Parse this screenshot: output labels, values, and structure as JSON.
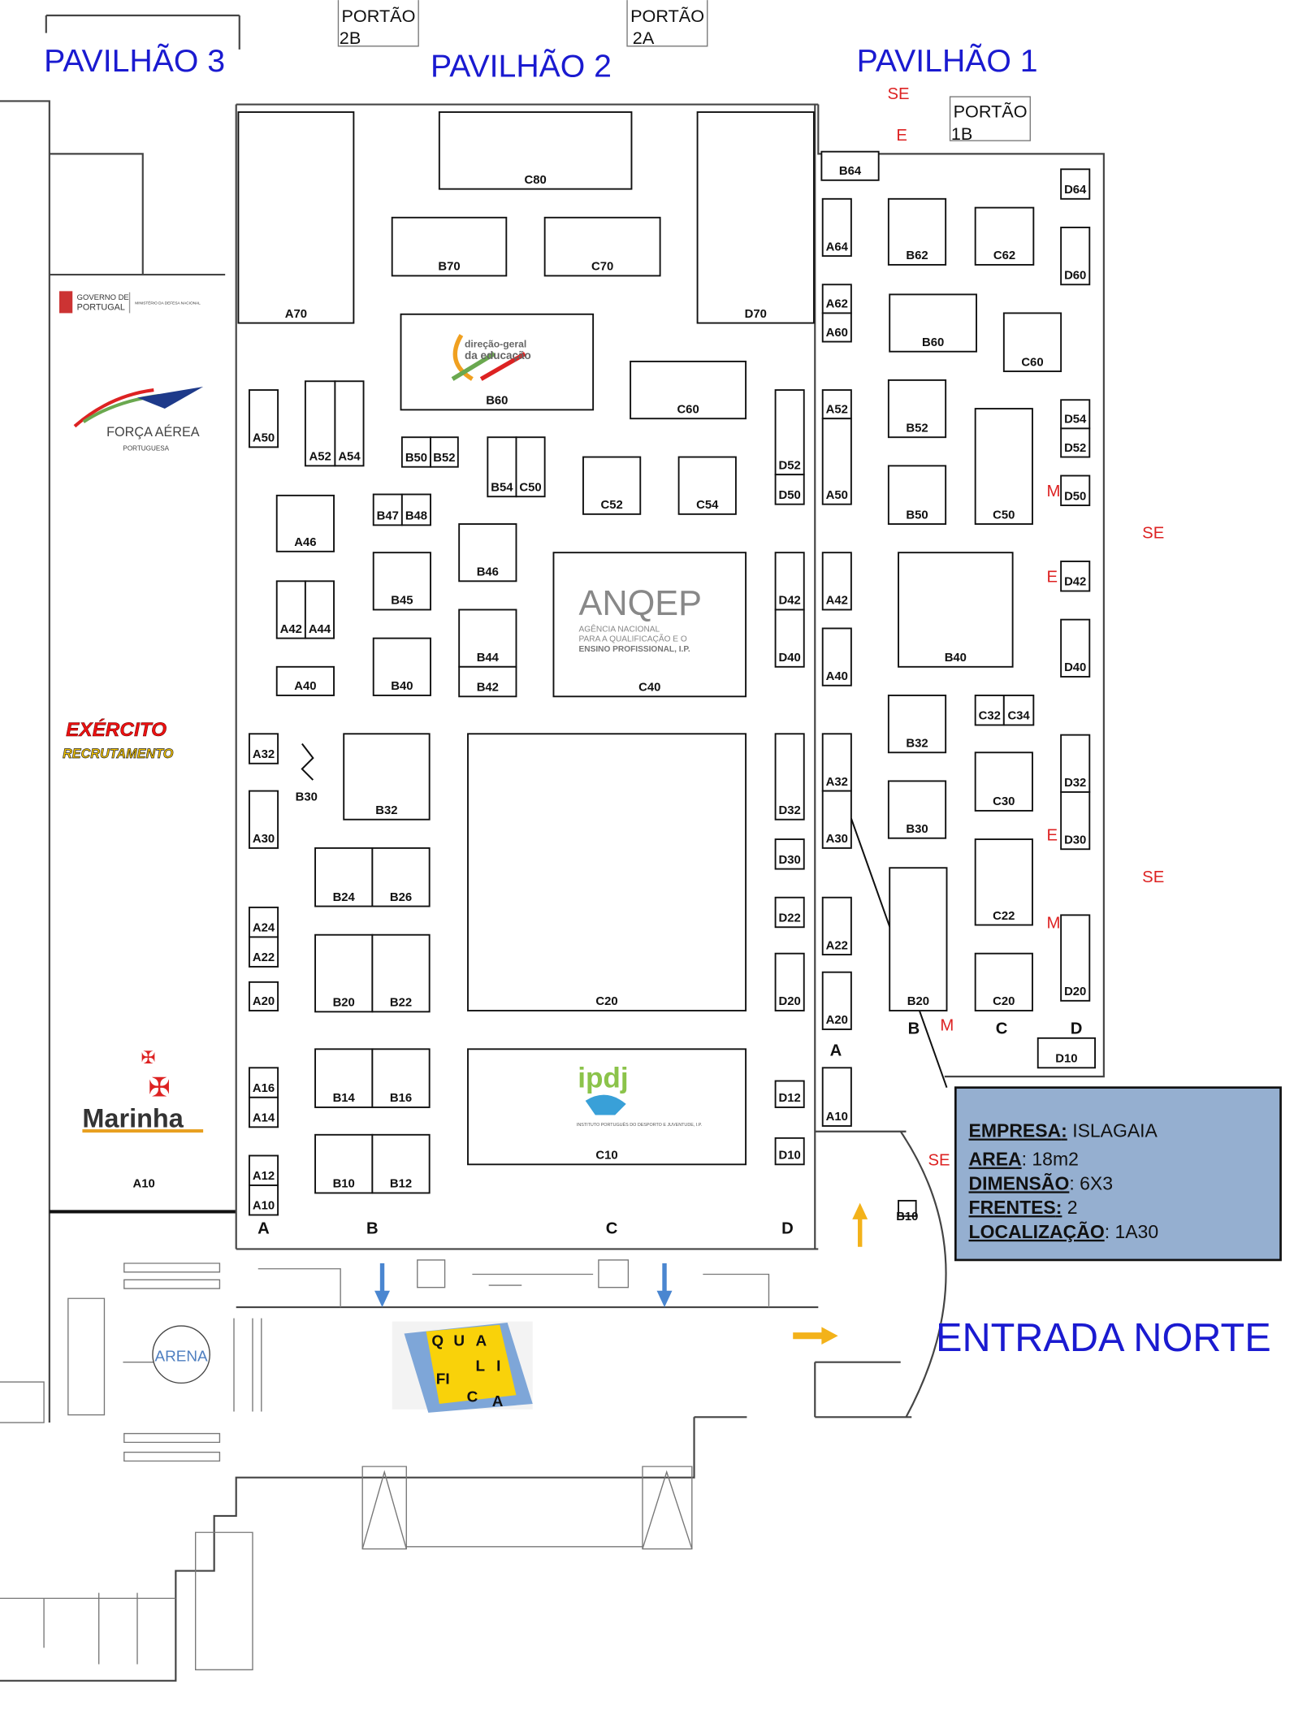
{
  "titles": {
    "pav3": "PAVILHÃO 3",
    "pav2": "PAVILHÃO 2",
    "pav1": "PAVILHÃO 1",
    "entrance": "ENTRADA NORTE"
  },
  "gates": {
    "g2b_1": "PORTÃO",
    "g2b_2": "2B",
    "g2a_1": "PORTÃO",
    "g2a_2": "2A",
    "g1b_1": "PORTÃO",
    "g1b_2": "1B"
  },
  "markers": {
    "se": "SE",
    "e": "E",
    "m": "M"
  },
  "rows": {
    "a": "A",
    "b": "B",
    "c": "C",
    "d": "D"
  },
  "logos": {
    "dge_1": "direção-geral",
    "dge_2": "da educação",
    "anqep": "ANQEP",
    "anqep_sub1": "AGÊNCIA NACIONAL",
    "anqep_sub2": "PARA A QUALIFICAÇÃO E O",
    "anqep_sub3": "ENSINO PROFISSIONAL, I.P.",
    "ipdj": "ipdj",
    "ipdj_sub": "INSTITUTO PORTUGUÊS DO DESPORTO E JUVENTUDE, I.P.",
    "gov_1": "GOVERNO DE",
    "gov_2": "PORTUGAL",
    "gov_3": "MINISTÉRIO DA DEFESA NACIONAL",
    "fap_1": "FORÇA AÉREA",
    "fap_2": "PORTUGUESA",
    "exercito_1": "EXÉRCITO",
    "exercito_2": "RECRUTAMENTO",
    "marinha": "Marinha",
    "qualifica": [
      "Q",
      "U",
      "A",
      "L",
      "I",
      "FI",
      "C",
      "A"
    ],
    "arena": "ARENA"
  },
  "highlight_color": "#f9b90c",
  "info_box": {
    "company_key": "EMPRESA",
    "company": "ISLAGAIA",
    "area_key": "AREA",
    "area": "18m2",
    "dim_key": "DIMENSÃO",
    "dim": "6X3",
    "fronts_key": "FRENTES",
    "fronts": "2",
    "loc_key": "LOCALIZAÇÃO",
    "loc": "1A30"
  },
  "booths": [
    "A70",
    "C80",
    "D70",
    "B70",
    "C70",
    "B60",
    "C60",
    "A50",
    "A52",
    "A54",
    "B50",
    "B52",
    "B54",
    "C50",
    "C52",
    "C54",
    "B47",
    "B48",
    "A46",
    "B46",
    "B45",
    "A42",
    "A44",
    "C40",
    "B44",
    "B42",
    "A40",
    "B40",
    "D52",
    "D50",
    "A52",
    "A50",
    "D42",
    "D40",
    "A42",
    "A40",
    "A32",
    "A30",
    "B32",
    "C20",
    "D32",
    "D30",
    "A32",
    "A30",
    "B24",
    "B26",
    "A24",
    "A22",
    "A20",
    "B20",
    "B22",
    "D22",
    "D20",
    "A22",
    "A20",
    "A16",
    "A14",
    "B14",
    "B16",
    "C10",
    "D12",
    "D10",
    "A10",
    "A12",
    "A10",
    "B10",
    "B12",
    "B64",
    "A64",
    "B62",
    "C62",
    "D64",
    "D60",
    "A62",
    "A60",
    "B60",
    "C60",
    "B52",
    "C50",
    "D54",
    "D52",
    "B50",
    "D50",
    "B40",
    "D42",
    "D40",
    "B32",
    "C32",
    "C34",
    "C30",
    "D32",
    "D30",
    "B30",
    "B20",
    "C22",
    "D20",
    "C20",
    "D10",
    "B10"
  ],
  "extra_labels": {
    "b30": "B30",
    "a10_pav3": "A10"
  },
  "selected_booth": "A30"
}
